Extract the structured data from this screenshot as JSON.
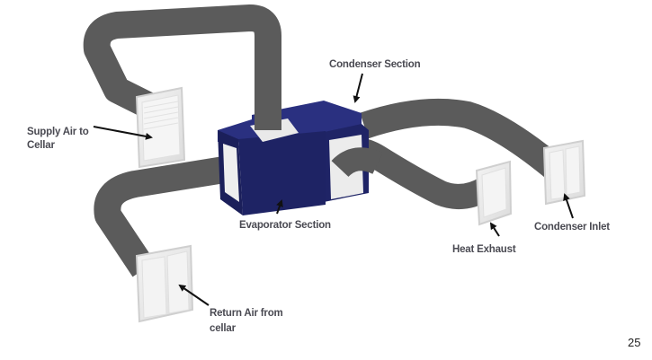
{
  "diagram": {
    "title": "Ducted cellar cooling system",
    "colors": {
      "duct": "#5b5b5b",
      "unit_body": "#1f2466",
      "unit_top": "#2a3080",
      "grille": "#e8e8e8",
      "label_text": "#4a4a52"
    },
    "labels": {
      "supply_air_line1": "Supply Air to",
      "supply_air_line2": "Cellar",
      "condenser_section": "Condenser Section",
      "evaporator_section": "Evaporator Section",
      "heat_exhaust": "Heat Exhaust",
      "condenser_inlet": "Condenser Inlet",
      "return_air_line1": "Return Air from",
      "return_air_line2": "cellar"
    },
    "components": [
      {
        "name": "Condenser Section",
        "type": "unit"
      },
      {
        "name": "Evaporator Section",
        "type": "unit"
      },
      {
        "name": "Supply Air to Cellar",
        "type": "grille"
      },
      {
        "name": "Return Air from cellar",
        "type": "grille"
      },
      {
        "name": "Heat Exhaust",
        "type": "grille"
      },
      {
        "name": "Condenser Inlet",
        "type": "grille"
      }
    ]
  },
  "page_number": "25"
}
